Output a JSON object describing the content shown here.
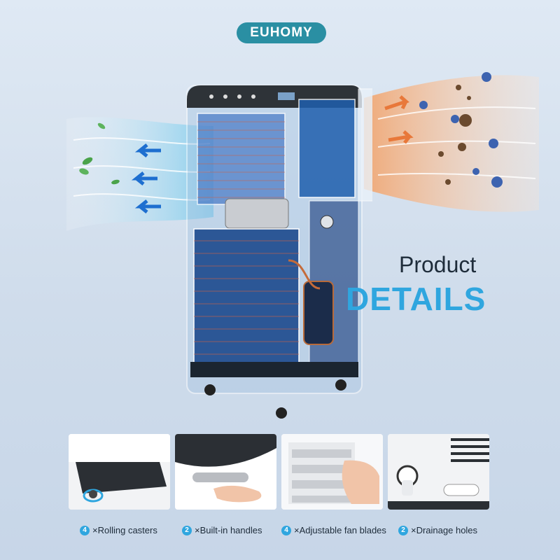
{
  "brand": {
    "logo_text": "EUHOMY"
  },
  "headline": {
    "line1": "Product",
    "line2": "DETAILS"
  },
  "colors": {
    "accent": "#2fa6df",
    "brand_teal": "#2a8fa3",
    "warm_air": "#f2a36b",
    "cool_air": "#8fd6ef"
  },
  "features": [
    {
      "count": "4",
      "label": "×Rolling casters",
      "icon": "caster-wheel"
    },
    {
      "count": "2",
      "label": "×Built-in handles",
      "icon": "hand-grip"
    },
    {
      "count": "4",
      "label": "×Adjustable fan blades",
      "icon": "louver-fins"
    },
    {
      "count": "2",
      "label": "×Drainage holes",
      "icon": "drain-plug"
    }
  ]
}
